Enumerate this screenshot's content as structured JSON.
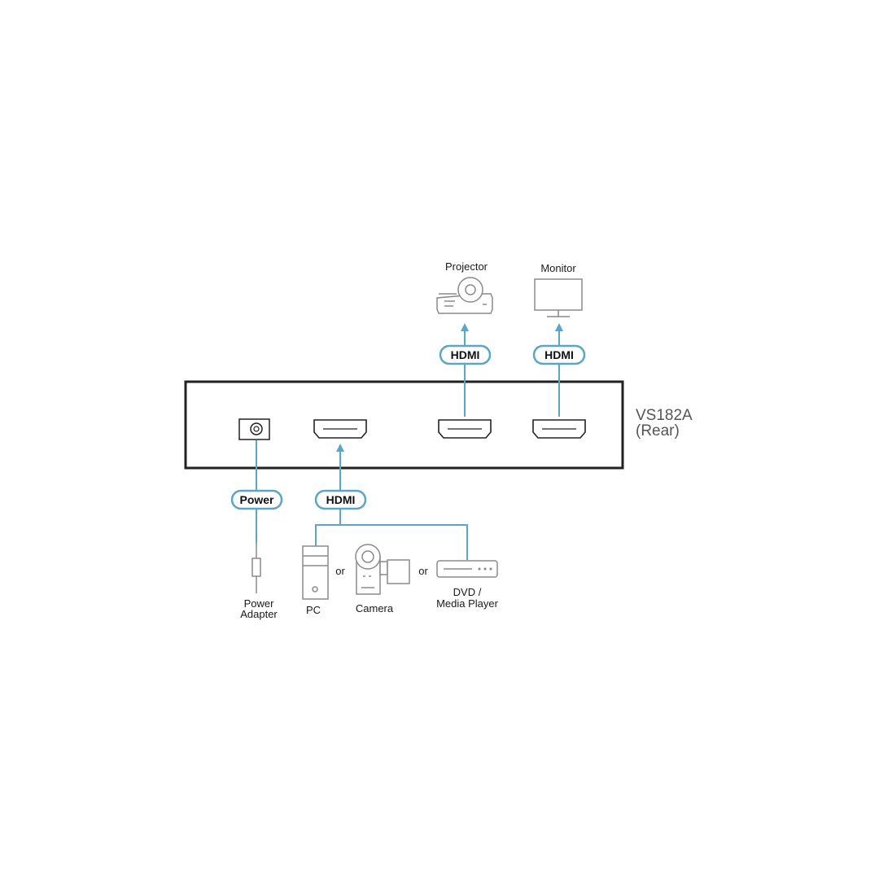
{
  "device": {
    "model": "VS182A",
    "view": "(Rear)"
  },
  "outputs": {
    "projector": {
      "label": "Projector",
      "cable": "HDMI",
      "icon": "projector-icon"
    },
    "monitor": {
      "label": "Monitor",
      "cable": "HDMI",
      "icon": "monitor-icon"
    }
  },
  "inputs": {
    "power": {
      "cable": "Power",
      "source_line1": "Power",
      "source_line2": "Adapter",
      "icon": "power-adapter-icon"
    },
    "hdmi": {
      "cable": "HDMI",
      "sources": {
        "pc": "PC",
        "camera": "Camera",
        "dvd_line1": "DVD /",
        "dvd_line2": "Media Player"
      },
      "separator": "or"
    }
  },
  "colors": {
    "cable": "#5aa6c4",
    "outline": "#222222",
    "icon": "#8a8a8a"
  }
}
